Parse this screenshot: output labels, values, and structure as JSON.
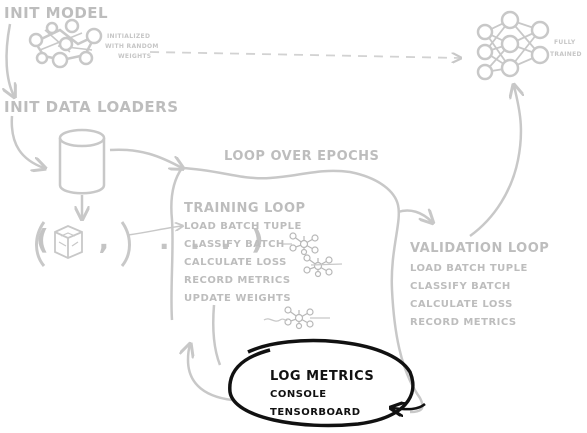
{
  "labels": {
    "init_model": "INIT MODEL",
    "init_note_1": "INITIALIZED",
    "init_note_2": "WITH RANDOM",
    "init_note_3": "WEIGHTS",
    "fully_1": "FULLY",
    "fully_2": "TRAINED",
    "init_loaders": "INIT DATA LOADERS",
    "tuple_text": "( , ...)",
    "loop_epochs": "LOOP OVER EPOCHS"
  },
  "training_loop": {
    "title": "TRAINING LOOP",
    "steps": [
      "LOAD BATCH TUPLE",
      "CLASSIFY BATCH",
      "CALCULATE LOSS",
      "RECORD METRICS",
      "UPDATE WEIGHTS"
    ]
  },
  "validation_loop": {
    "title": "VALIDATION LOOP",
    "steps": [
      "LOAD BATCH TUPLE",
      "CLASSIFY BATCH",
      "CALCULATE LOSS",
      "RECORD METRICS"
    ]
  },
  "log_metrics": {
    "title": "LOG METRICS",
    "items": [
      "CONSOLE",
      "TENSORBOARD"
    ]
  },
  "colors": {
    "sketch": "#c8c8c8",
    "ink": "#111111"
  },
  "icons": [
    "random-network-icon",
    "trained-network-icon",
    "database-icon",
    "cube-icon",
    "small-network-icon"
  ]
}
